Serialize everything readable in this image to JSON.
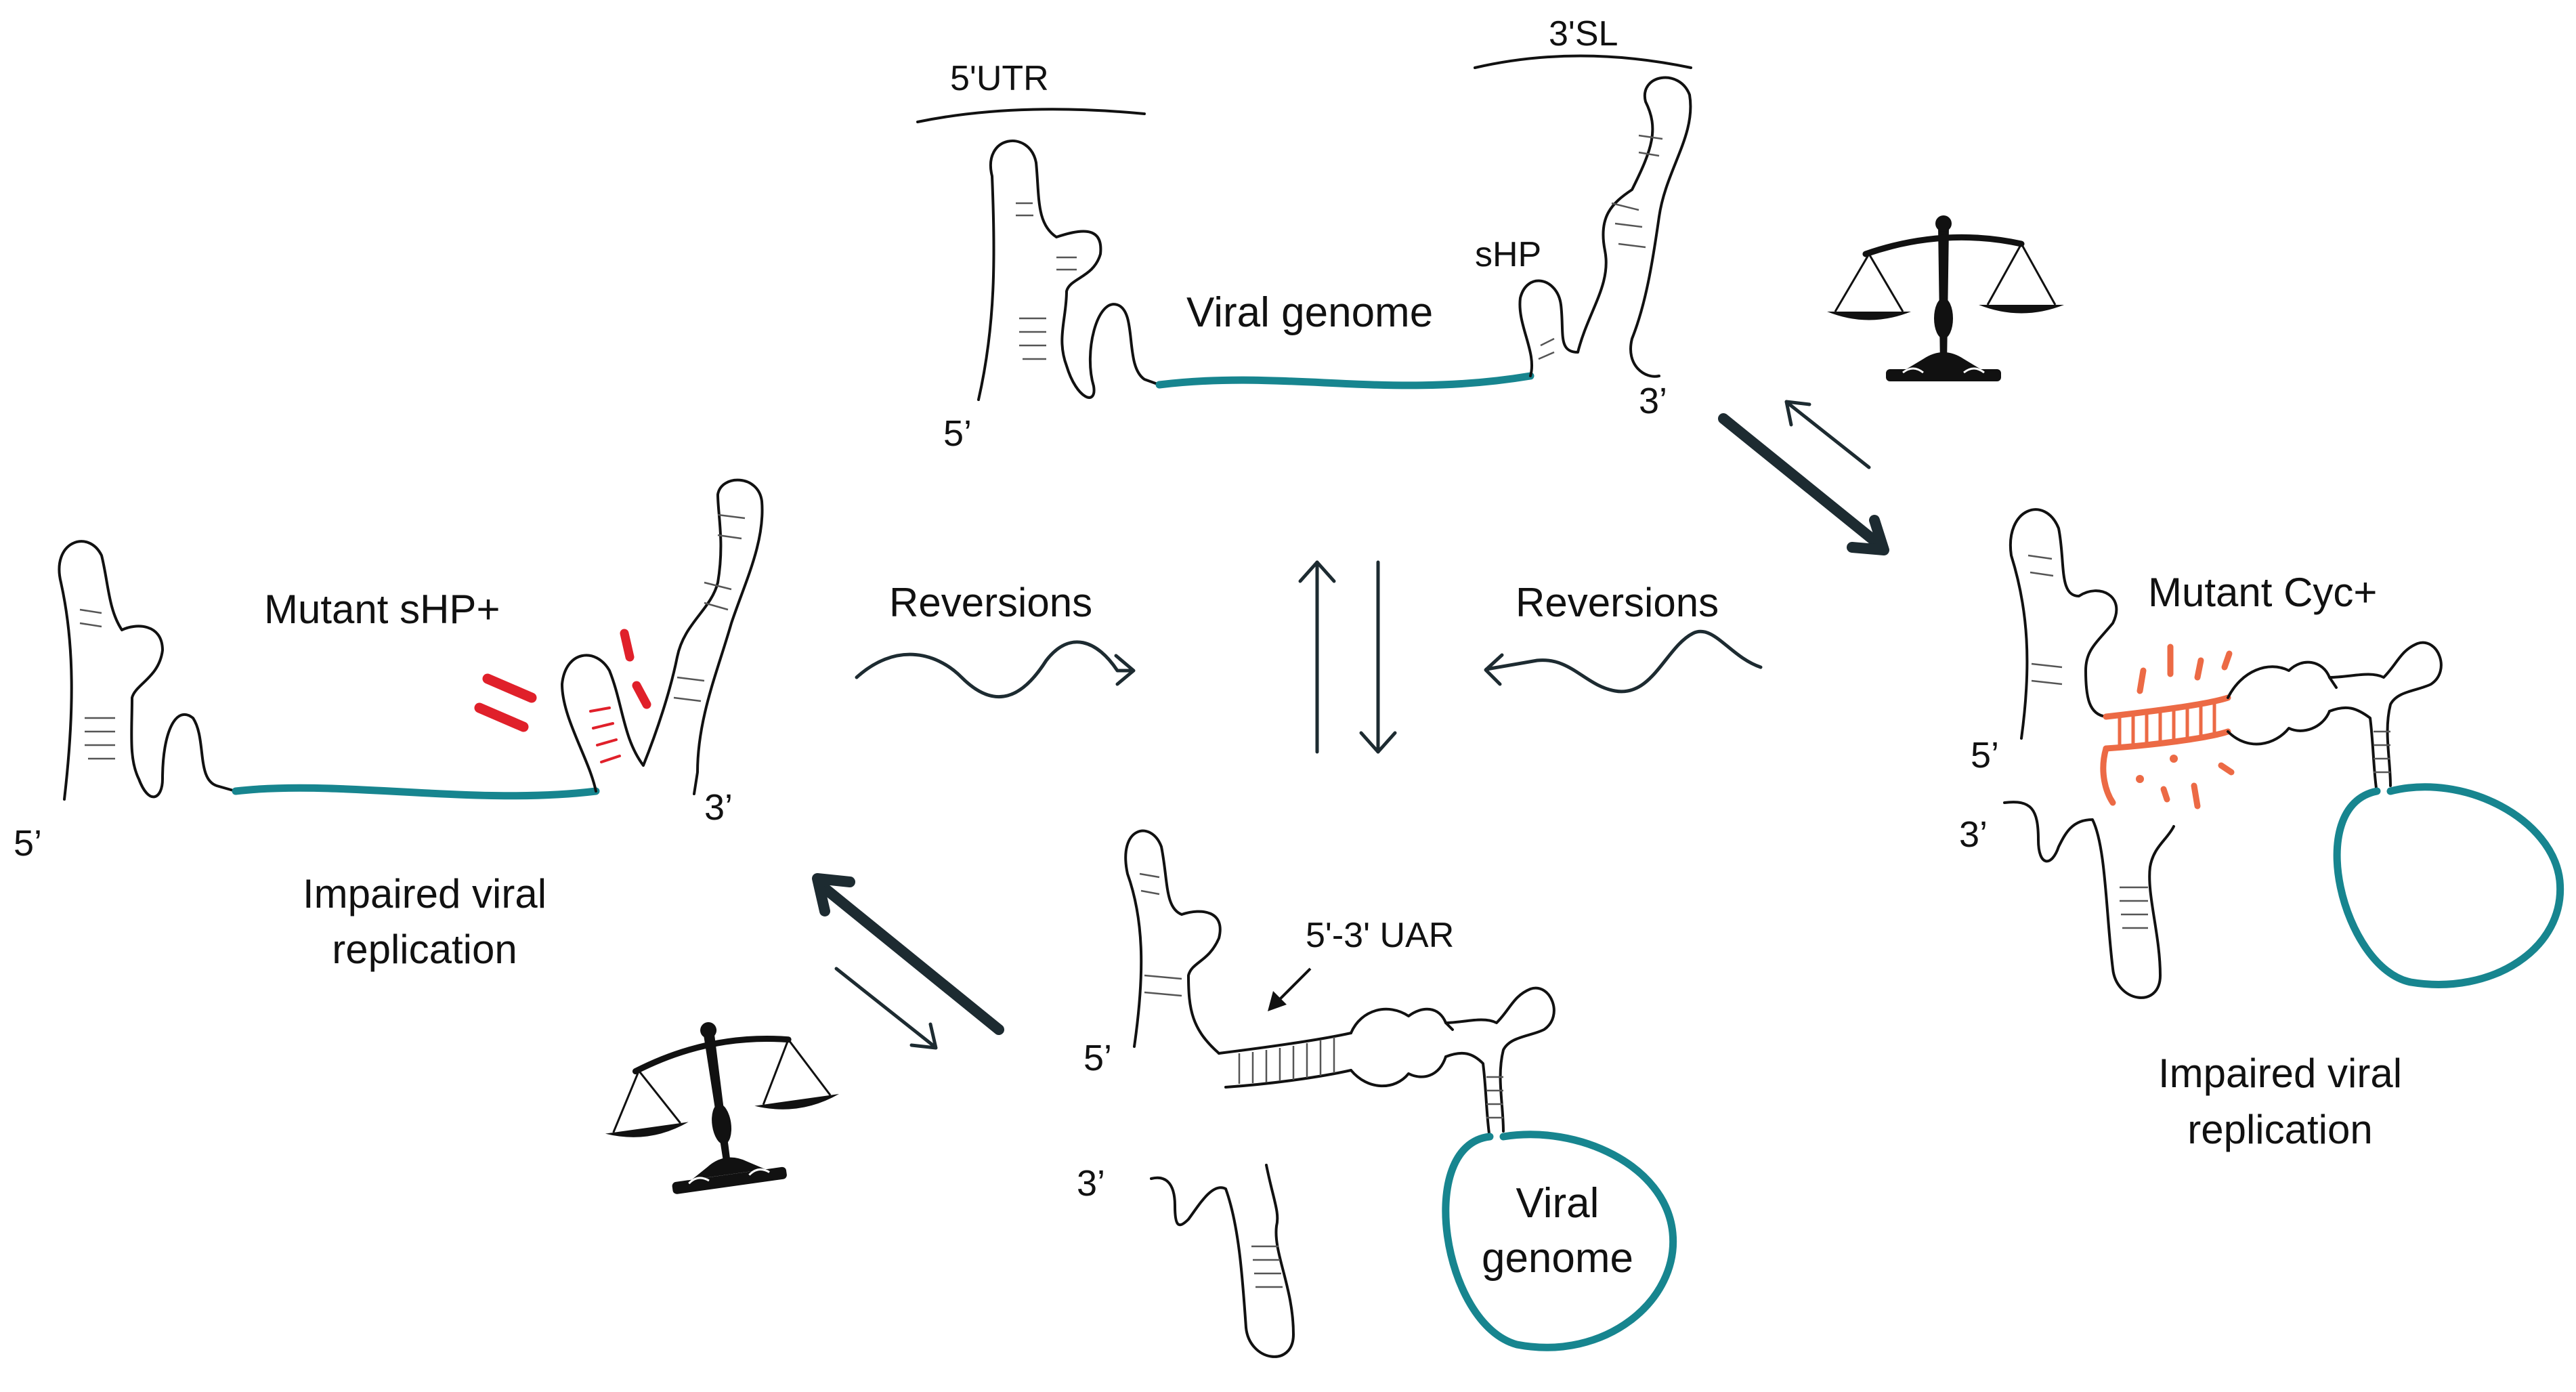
{
  "diagram": {
    "top": {
      "utr5_label": "5'UTR",
      "sl3_label": "3'SL",
      "shp_label": "sHP",
      "genome_label": "Viral genome",
      "end5_label": "5’",
      "end3_label": "3’"
    },
    "left": {
      "mutant_label": "Mutant sHP+",
      "end5_label": "5’",
      "end3_label": "3’",
      "impaired_line1": "Impaired viral",
      "impaired_line2": "replication"
    },
    "right": {
      "mutant_label": "Mutant Cyc+",
      "end5_label": "5’",
      "end3_label": "3’",
      "impaired_line1": "Impaired viral",
      "impaired_line2": "replication"
    },
    "bottom": {
      "uar_label": "5'-3' UAR",
      "end5_label": "5’",
      "end3_label": "3’",
      "genome_line1": "Viral",
      "genome_line2": "genome"
    },
    "center": {
      "reversions_left": "Reversions",
      "reversions_right": "Reversions"
    },
    "icons": {
      "balance_scale": "balance-scale-icon"
    },
    "colors": {
      "genome": "#17858f",
      "mutation_red": "#e0202a",
      "mutation_orange": "#ec6a45",
      "arrow": "#1d2b31"
    }
  }
}
